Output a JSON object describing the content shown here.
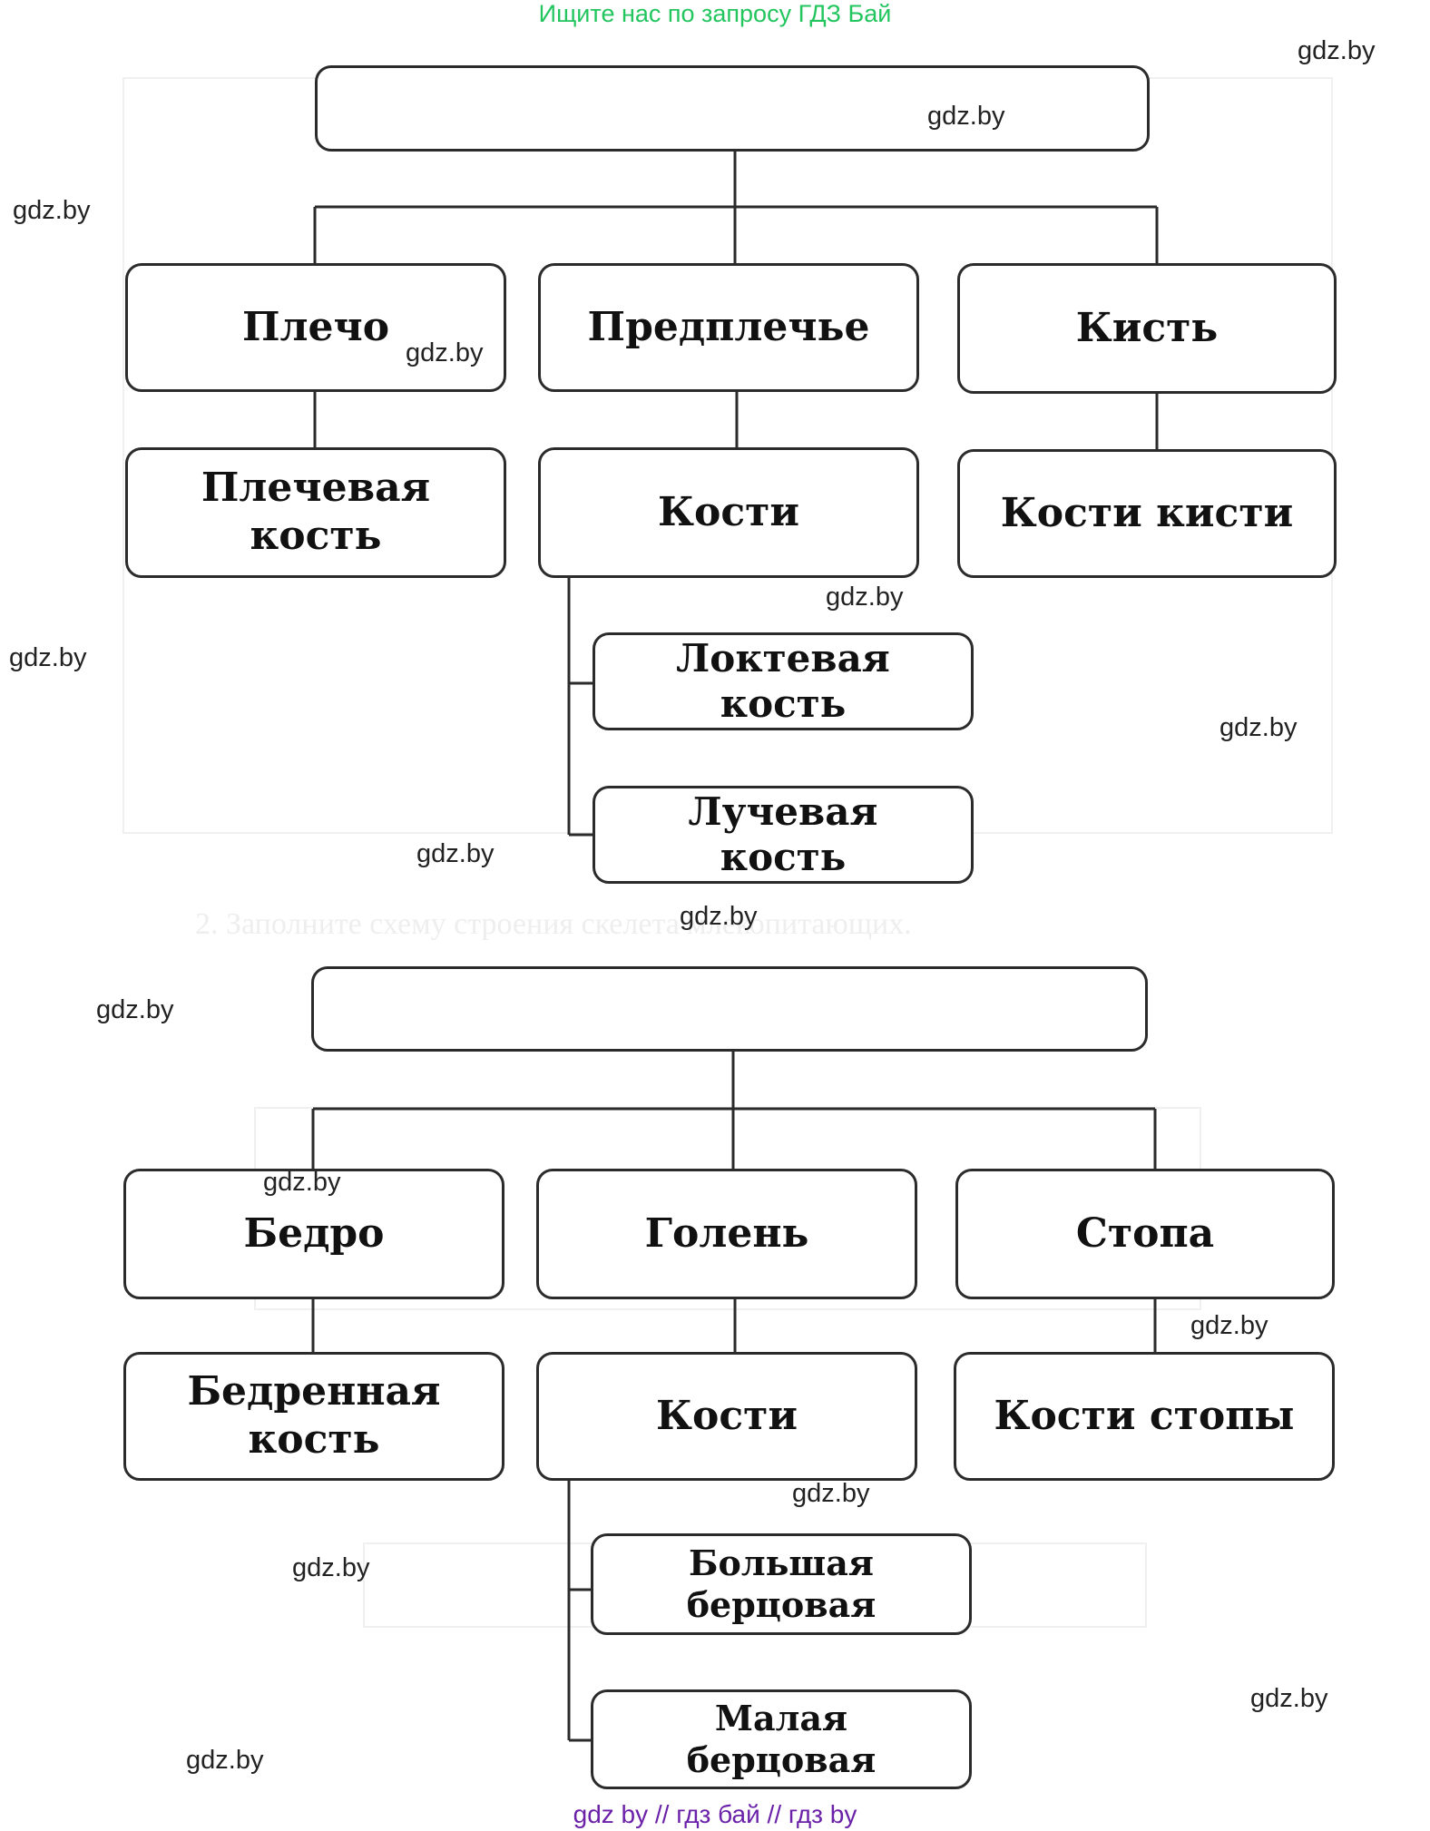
{
  "banner": "Ищите нас по запросу ГДЗ Бай",
  "watermark": "gdz.by",
  "footer": "gdz by  //  гдз бай  //  гдз by",
  "diagram_top": {
    "root": "",
    "level1": [
      "Плечо",
      "Предплечье",
      "Кисть"
    ],
    "level2": [
      "Плечевая\nкость",
      "Кости",
      "Кости кисти"
    ],
    "level3": [
      "Локтевая\nкость",
      "Лучевая\nкость"
    ]
  },
  "diagram_bottom": {
    "root": "",
    "level1": [
      "Бедро",
      "Голень",
      "Стопа"
    ],
    "level2": [
      "Бедренная\nкость",
      "Кости",
      "Кости стопы"
    ],
    "level3": [
      "Большая\nберцовая",
      "Малая\nберцовая"
    ]
  },
  "colors": {
    "banner": "#22c55e",
    "footer": "#6b21a8",
    "box_border": "#2b2b2b"
  }
}
